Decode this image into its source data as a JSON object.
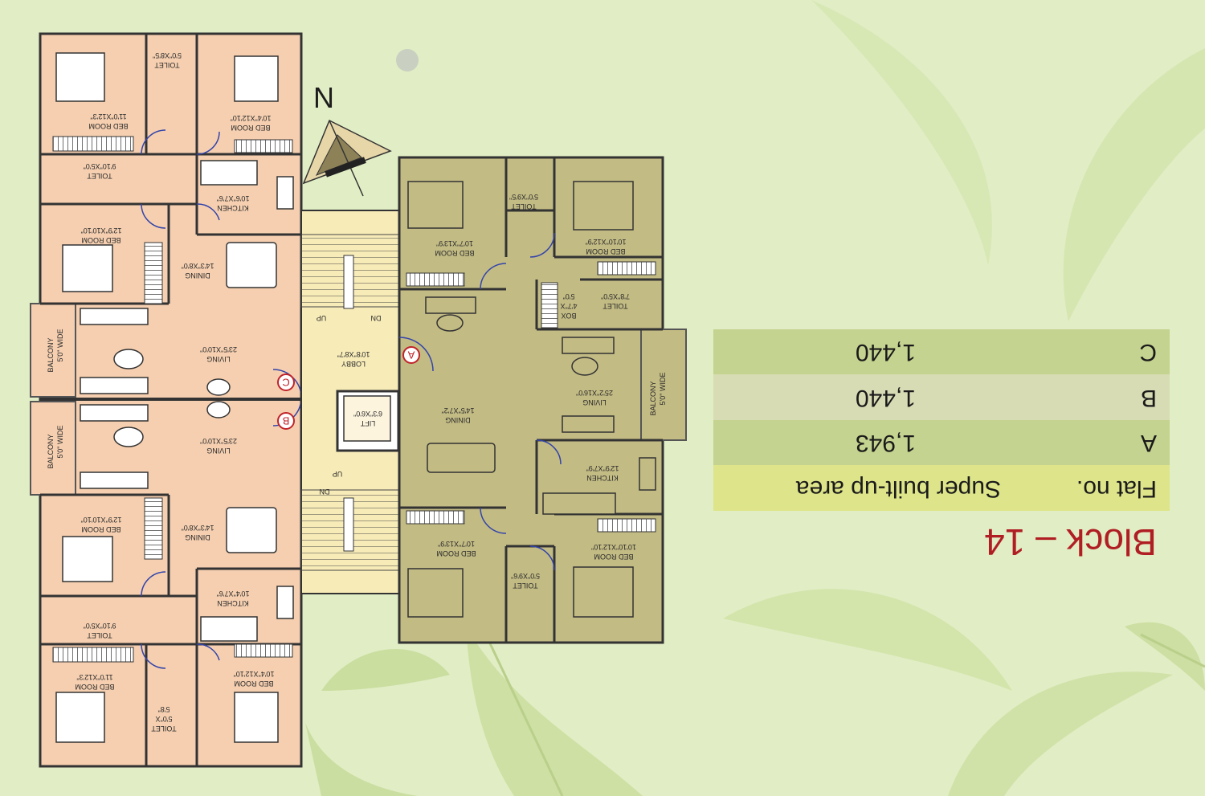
{
  "compass": {
    "letter": "N"
  },
  "title": "Block – 14",
  "table": {
    "header": {
      "flat": "Flat no.",
      "area": "Super built-up area"
    },
    "rows": [
      {
        "flat": "A",
        "area": "1,943"
      },
      {
        "flat": "B",
        "area": "1,440"
      },
      {
        "flat": "C",
        "area": "1,440"
      }
    ]
  },
  "colors": {
    "background": "#e1edc4",
    "flat_bc_fill": "#f5cfb0",
    "flat_a_fill": "#c3bb84",
    "core_fill": "#f7ebb8",
    "title": "#b01e23",
    "row_header": "#dde489",
    "row_a": "#c4d38f",
    "row_b": "#d8dcb4",
    "row_c": "#c4d38f"
  },
  "labels": {
    "flat_a": "A",
    "flat_b": "B",
    "flat_c": "C",
    "rooms": {
      "c_bed1": [
        "BED ROOM",
        "11'0\"X12'3\""
      ],
      "c_toilet1": [
        "TOILET",
        "5'0\"X8'5\""
      ],
      "c_bed2": [
        "BED ROOM",
        "10'4\"X12'10\""
      ],
      "c_toilet2": [
        "TOILET",
        "9'10\"X5'0\""
      ],
      "c_kitchen": [
        "KITCHEN",
        "10'6\"X7'6\""
      ],
      "c_bed3": [
        "BED ROOM",
        "12'9\"X10'10\""
      ],
      "c_dining": [
        "DINING",
        "14'3\"X8'0\""
      ],
      "c_balcony": [
        "BALCONY",
        "5'0\" WIDE"
      ],
      "c_living": [
        "LIVING",
        "23'5\"X10'0\""
      ],
      "b_living": [
        "LIVING",
        "23'5\"X10'0\""
      ],
      "b_balcony": [
        "BALCONY",
        "5'0\" WIDE"
      ],
      "b_bed3": [
        "BED ROOM",
        "12'9\"X10'10\""
      ],
      "b_dining": [
        "DINING",
        "14'3\"X8'0\""
      ],
      "b_kitchen": [
        "KITCHEN",
        "10'4\"X7'6\""
      ],
      "b_toilet2": [
        "TOILET",
        "9'10\"X5'0\""
      ],
      "b_bed1": [
        "BED ROOM",
        "11'0\"X12'3\""
      ],
      "b_bed2": [
        "BED ROOM",
        "10'4\"X12'10\""
      ],
      "b_toilet1": [
        "TOILET",
        "5'0\"X",
        "5'8\""
      ],
      "lobby": [
        "LOBBY",
        "10'8\"X8'7\""
      ],
      "lift": [
        "LIFT",
        "6'3\"X6'0\""
      ],
      "a_bed1": [
        "BED ROOM",
        "10'7\"X13'9\""
      ],
      "a_toilet1": [
        "TOILET",
        "5'0\"X9'5\""
      ],
      "a_bed2": [
        "BED ROOM",
        "10'10\"X12'9\""
      ],
      "a_toilet2": [
        "TOILET",
        "7'8\"X5'0\""
      ],
      "a_box": [
        "BOX",
        "4'7\"X",
        "5'0\""
      ],
      "a_living": [
        "LIVING",
        "25'2\"X16'0\""
      ],
      "a_balcony": [
        "BALCONY",
        "5'0\" WIDE"
      ],
      "a_dining": [
        "DINING",
        "14'5\"X7'2\""
      ],
      "a_kitchen": [
        "KITCHEN",
        "12'9\"X7'9\""
      ],
      "a_bed3": [
        "BED ROOM",
        "10'7\"X13'9\""
      ],
      "a_toilet3": [
        "TOILET",
        "5'0\"X9'6\""
      ],
      "a_bed4": [
        "BED ROOM",
        "10'10\"X12'10\""
      ],
      "stair_up1": "UP",
      "stair_dn1": "DN",
      "stair_up2": "UP",
      "stair_dn2": "DN"
    }
  }
}
